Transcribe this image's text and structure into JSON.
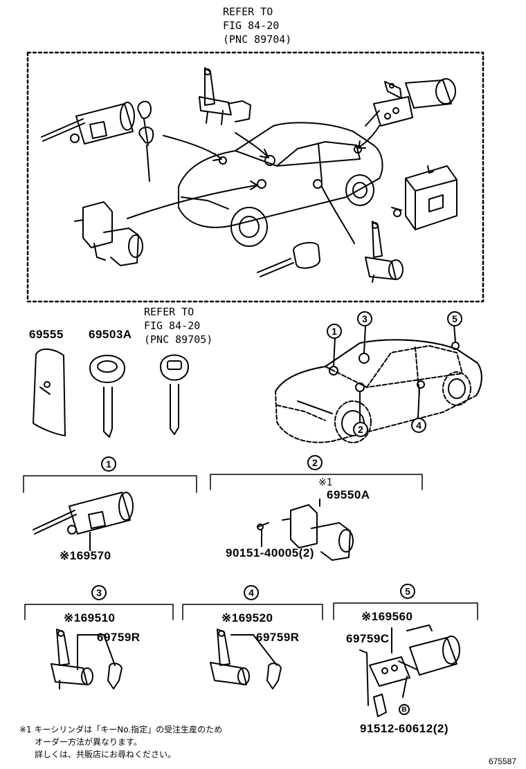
{
  "refer_top": {
    "line1": "REFER TO",
    "line2": "FIG 84-20",
    "line3": "(PNC 89704)"
  },
  "refer_mid": {
    "line1": "REFER TO",
    "line2": "FIG 84-20",
    "line3": "(PNC 89705)"
  },
  "parts": {
    "p69555": "69555",
    "p69503A": "69503A",
    "p169570": "※169570",
    "p69550A": "69550A",
    "p69550A_mark": "※1",
    "p90151": "90151-40005(2)",
    "p169510": "※169510",
    "p69759R_3": "69759R",
    "p169520": "※169520",
    "p69759R_4": "69759R",
    "p169560": "※169560",
    "p69759C": "69759C",
    "p91512": "91512-60612(2)"
  },
  "callouts": {
    "c1": "1",
    "c2": "2",
    "c3": "3",
    "c4": "4",
    "c5": "5",
    "cB": "B"
  },
  "note": {
    "line1": "※1 キーシリンダは「キーNo.指定」の受注生産のため",
    "line2": "オーダー方法が異なります。",
    "line3": "詳しくは、共販店にお尋ねください。"
  },
  "figure_id": "675587"
}
